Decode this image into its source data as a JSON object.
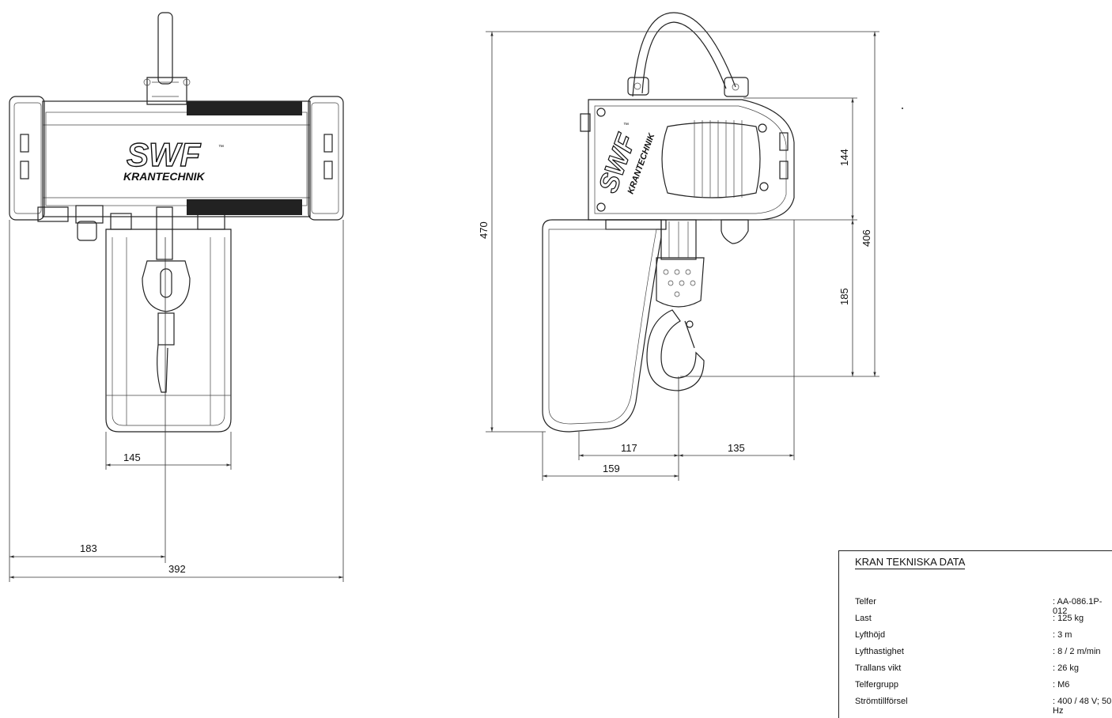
{
  "front_view": {
    "logo_main": "SWF",
    "logo_sub": "KRANTECHNIK",
    "logo_tm": "™",
    "dim_145": "145",
    "dim_183": "183",
    "dim_392": "392"
  },
  "side_view": {
    "logo_main": "SWF",
    "logo_sub": "KRANTECHNIK",
    "logo_tm": "™",
    "dim_470": "470",
    "dim_144": "144",
    "dim_406": "406",
    "dim_185": "185",
    "dim_117": "117",
    "dim_135": "135",
    "dim_159": "159"
  },
  "table": {
    "title": "KRAN TEKNISKA DATA",
    "rows": [
      {
        "label": "Telfer",
        "value": ": AA-086.1P-012"
      },
      {
        "label": "Last",
        "value": ": 125 kg"
      },
      {
        "label": "Lyfthöjd",
        "value": ": 3 m"
      },
      {
        "label": "Lyfthastighet",
        "value": ": 8 / 2 m/min"
      },
      {
        "label": "Trallans vikt",
        "value": ": 26 kg"
      },
      {
        "label": "Telfergrupp",
        "value": ": M6"
      },
      {
        "label": "Strömtillförsel",
        "value": ": 400 / 48 V; 50 Hz"
      }
    ]
  }
}
